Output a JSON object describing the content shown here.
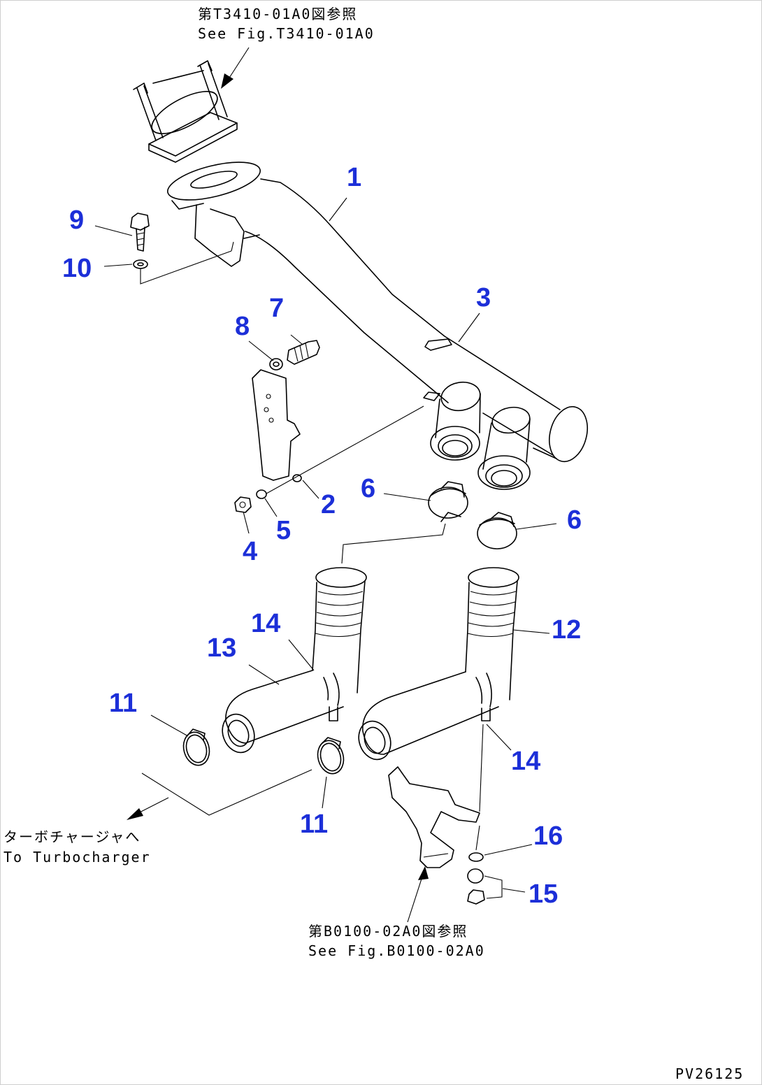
{
  "notes": {
    "top_ja": "第T3410-01A0図参照",
    "top_en": "See Fig.T3410-01A0",
    "turbo_ja": "ターボチャージャへ",
    "turbo_en": "To Turbocharger",
    "bottom_ja": "第B0100-02A0図参照",
    "bottom_en": "See Fig.B0100-02A0",
    "drawing_id": "PV26125"
  },
  "callouts": [
    {
      "id": "1",
      "label": "1"
    },
    {
      "id": "2",
      "label": "2"
    },
    {
      "id": "3",
      "label": "3"
    },
    {
      "id": "4",
      "label": "4"
    },
    {
      "id": "5",
      "label": "5"
    },
    {
      "id": "6a",
      "label": "6"
    },
    {
      "id": "6b",
      "label": "6"
    },
    {
      "id": "7",
      "label": "7"
    },
    {
      "id": "8",
      "label": "8"
    },
    {
      "id": "9",
      "label": "9"
    },
    {
      "id": "10",
      "label": "10"
    },
    {
      "id": "11a",
      "label": "11"
    },
    {
      "id": "11b",
      "label": "11"
    },
    {
      "id": "12",
      "label": "12"
    },
    {
      "id": "13",
      "label": "13"
    },
    {
      "id": "14a",
      "label": "14"
    },
    {
      "id": "14b",
      "label": "14"
    },
    {
      "id": "15",
      "label": "15"
    },
    {
      "id": "16",
      "label": "16"
    }
  ],
  "colors": {
    "callout": "#1c2fd8",
    "line": "#000000"
  }
}
